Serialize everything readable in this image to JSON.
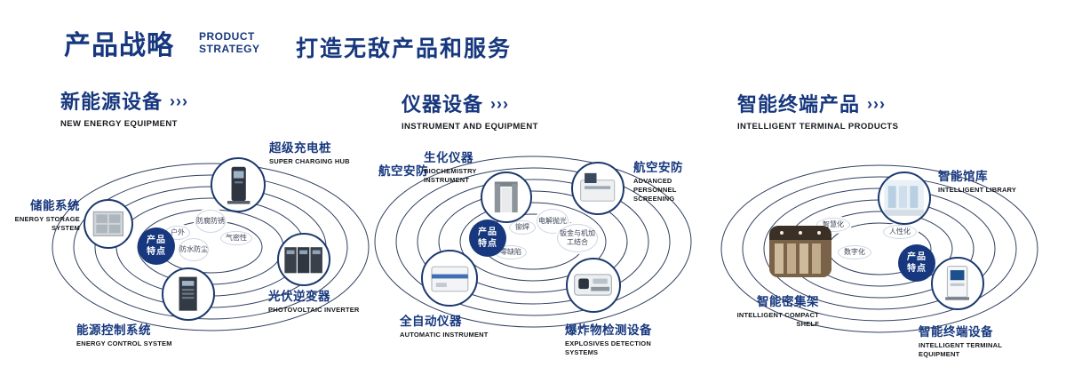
{
  "header": {
    "title_cn": "产品战略",
    "title_en1": "PRODUCT",
    "title_en2": "STRATEGY",
    "subtitle": "打造无敌产品和服务"
  },
  "colors": {
    "navy": "#17387e",
    "ring": "#31415f"
  },
  "sections": [
    {
      "title_cn": "新能源设备",
      "arrows": "›››",
      "title_en": "NEW ENERGY EQUIPMENT",
      "badge_line1": "产品",
      "badge_line2": "特点",
      "tags": [
        "户外",
        "防腐防锈",
        "气密性",
        "防水防尘"
      ],
      "nodes": {
        "charging": {
          "cn": "超级充电桩",
          "en": "SUPER CHARGING HUB"
        },
        "storage": {
          "cn": "储能系统",
          "en": "ENERGY STORAGE SYSTEM"
        },
        "inverter": {
          "cn": "光伏逆变器",
          "en": "PHOTOVOLTAIC INVERTER"
        },
        "control": {
          "cn": "能源控制系统",
          "en": "ENERGY CONTROL SYSTEM"
        }
      }
    },
    {
      "title_cn": "仪器设备",
      "arrows": "›››",
      "title_en": "INSTRUMENT AND EQUIPMENT",
      "badge_line1": "产品",
      "badge_line2": "特点",
      "aviation_label": "航空安防",
      "tags": [
        "铆焊",
        "电解抛光",
        "零缺陷",
        "钣金与机加工结合"
      ],
      "nodes": {
        "biochem": {
          "cn": "生化仪器",
          "en": "BIOCHEMISTRY INSTRUMENT"
        },
        "screening": {
          "cn": "航空安防",
          "en": "ADVANCED PERSONNEL SCREENING"
        },
        "automatic": {
          "cn": "全自动仪器",
          "en": "AUTOMATIC INSTRUMENT"
        },
        "explosives": {
          "cn": "爆炸物检测设备",
          "en": "EXPLOSIVES DETECTION SYSTEMS"
        }
      }
    },
    {
      "title_cn": "智能终端产品",
      "arrows": "›››",
      "title_en": "INTELLIGENT TERMINAL PRODUCTS",
      "badge_line1": "产品",
      "badge_line2": "特点",
      "tags": [
        "智慧化",
        "人性化",
        "数字化"
      ],
      "nodes": {
        "library": {
          "cn": "智能馆库",
          "en": "INTELLIGENT LIBRARY"
        },
        "shelf": {
          "cn": "智能密集架",
          "en": "INTELLIGENT COMPACT SHELF"
        },
        "terminal": {
          "cn": "智能终端设备",
          "en": "INTELLIGENT TERMINAL EQUIPMENT"
        }
      }
    }
  ]
}
